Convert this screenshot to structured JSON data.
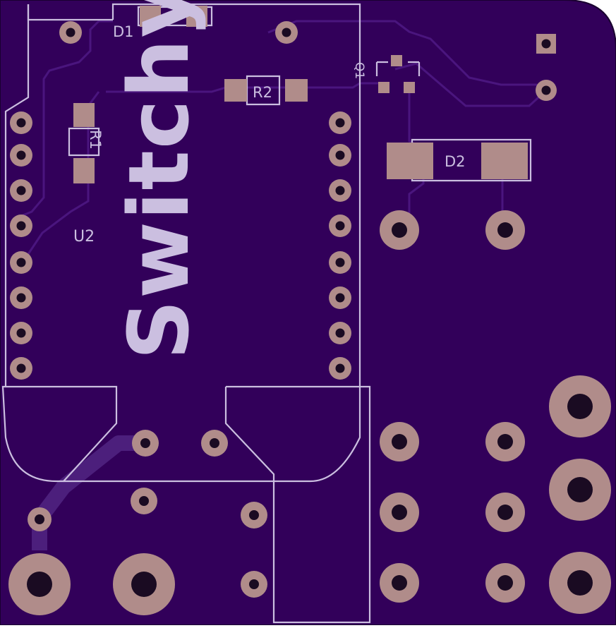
{
  "board": {
    "colors": {
      "soldermask": "#32005a",
      "silkscreen": "#cbbfe0",
      "copper_pad": "#b08c8a",
      "trace": "#4a157e",
      "drill": "#1a0b22"
    }
  },
  "silkscreen": {
    "title": "Switchy",
    "labels": {
      "d1": "D1",
      "r1": "R1",
      "r2": "R2",
      "u2": "U2",
      "q1": "Q1",
      "d2": "D2"
    }
  }
}
